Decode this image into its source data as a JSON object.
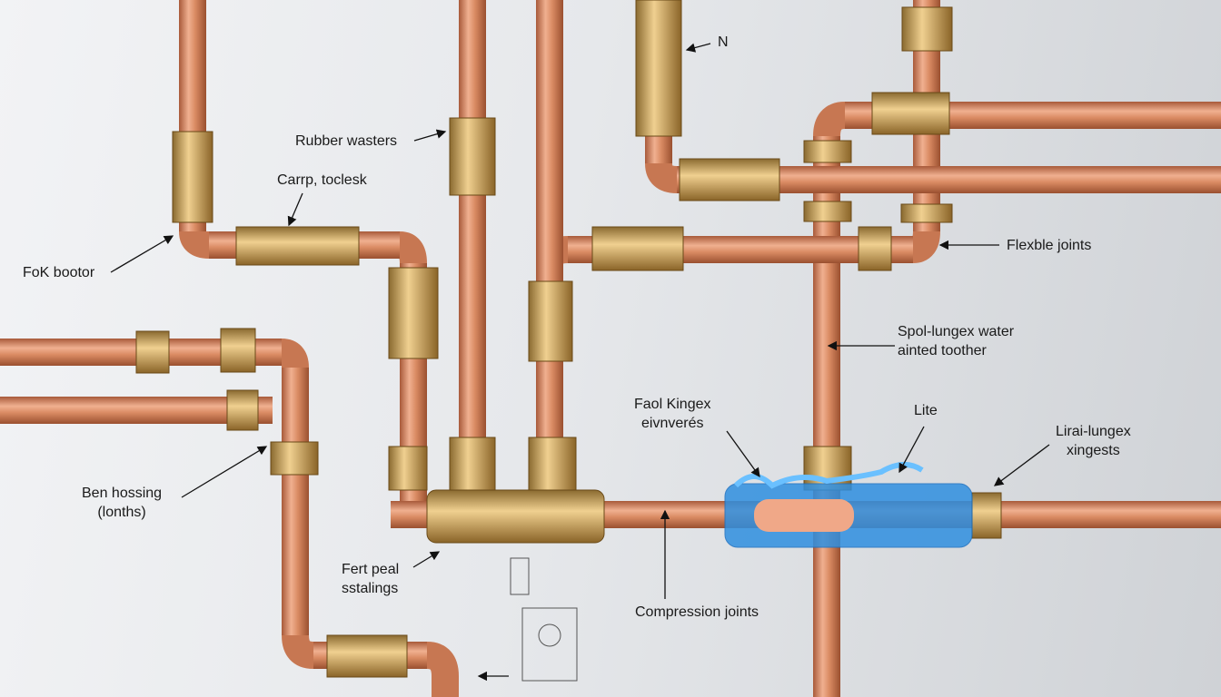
{
  "labels": {
    "n": "N",
    "rubber_washers": "Rubber wasters",
    "carrp_tocles": "Carrp, toclesk",
    "fok_bootor": "FoK bootor",
    "flexible_joints": "Flexble joints",
    "spol_lungex_1": "Spol-lungex water",
    "spol_lungex_2": "ainted toother",
    "faol_kingex_1": "Faol Kingex",
    "faol_kingex_2": "eivnverés",
    "lite": "Lite",
    "lirai_lungex_1": "Lirai-lungex",
    "lirai_lungex_2": "xingests",
    "ben_hossing_1": "Ben hossing",
    "ben_hossing_2": "(lonths)",
    "fert_peal_1": "Fert peal",
    "fert_peal_2": "sstalings",
    "compression_joints": "Compression joints"
  },
  "colors": {
    "copper": "#d98a62",
    "brass": "#c9a05a",
    "water": "#2f8fe0",
    "background": "#e6e8eb"
  }
}
